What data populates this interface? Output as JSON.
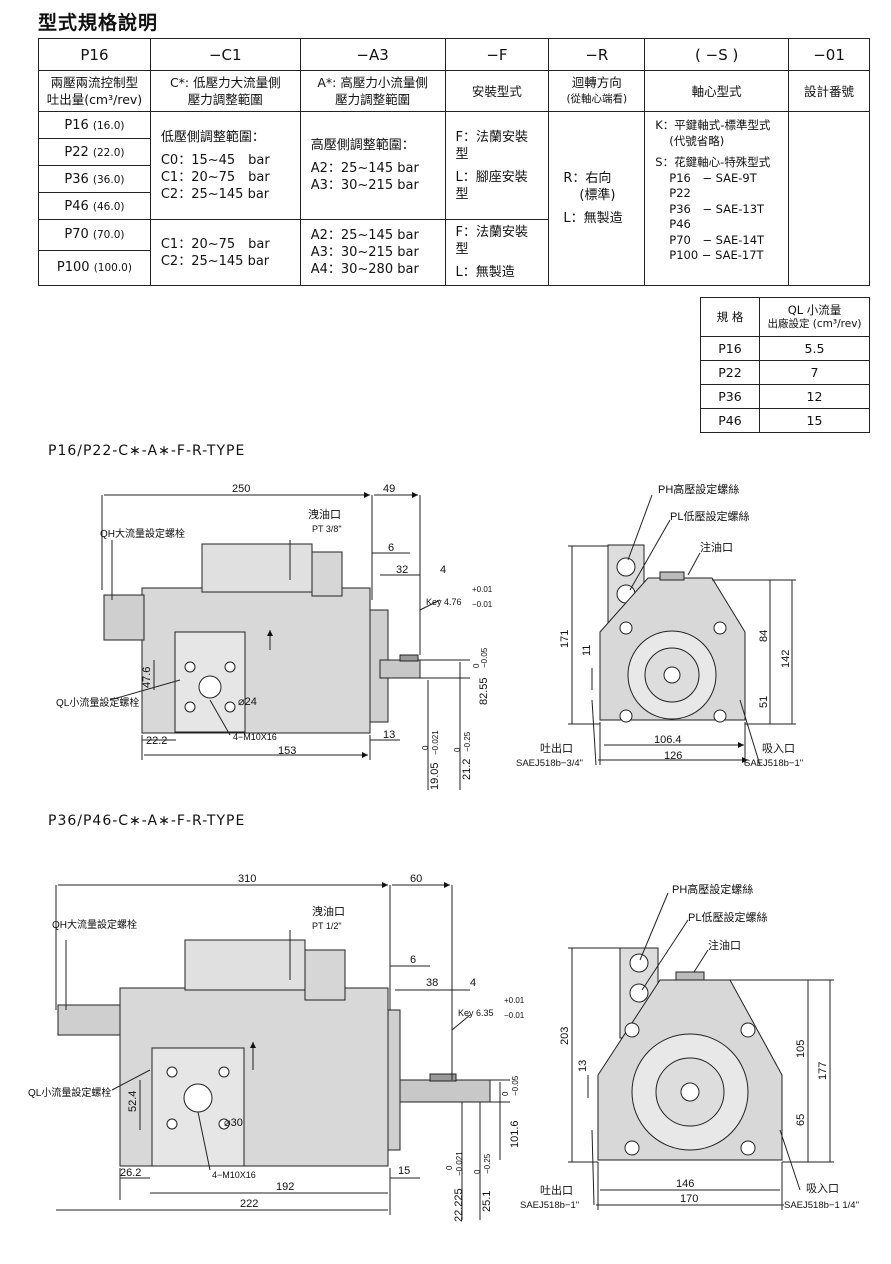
{
  "title": "型式規格說明",
  "spec_table": {
    "codes": [
      "P16",
      "−C1",
      "−A3",
      "−F",
      "−R",
      "( −S )",
      "−01"
    ],
    "headers": {
      "col1": [
        "兩壓兩流控制型",
        "吐出量(cm³/rev)"
      ],
      "col2": [
        "C*: 低壓力大流量側",
        "壓力調整範圍"
      ],
      "col3": [
        "A*: 高壓力小流量側",
        "壓力調整範圍"
      ],
      "col4": "安裝型式",
      "col5": [
        "迴轉方向",
        "(從軸心端看)"
      ],
      "col6": "軸心型式",
      "col7": "設計番號"
    },
    "models": [
      {
        "name": "P16",
        "disp": "(16.0)"
      },
      {
        "name": "P22",
        "disp": "(22.0)"
      },
      {
        "name": "P36",
        "disp": "(36.0)"
      },
      {
        "name": "P46",
        "disp": "(46.0)"
      },
      {
        "name": "P70",
        "disp": "(70.0)"
      },
      {
        "name": "P100",
        "disp": "(100.0)"
      }
    ],
    "c_upper": {
      "heading": "低壓側調整範圍：",
      "rows": [
        "C0：15~45　bar",
        "C1：20~75　bar",
        "C2：25~145 bar"
      ]
    },
    "c_lower": {
      "rows": [
        "C1：20~75　bar",
        "C2：25~145 bar"
      ]
    },
    "a_upper": {
      "heading": "高壓側調整範圍：",
      "rows": [
        "A2：25~145 bar",
        "A3：30~215 bar"
      ]
    },
    "a_lower": {
      "rows": [
        "A2：25~145 bar",
        "A3：30~215 bar",
        "A4：30~280 bar"
      ]
    },
    "mount_upper": [
      "F：法蘭安裝型",
      "L：腳座安裝型"
    ],
    "mount_lower": [
      "F：法蘭安裝型",
      "L：無製造"
    ],
    "rotation": [
      "R：右向",
      "(標準)",
      "L：無製造"
    ],
    "shaft": [
      "K：平鍵軸式-標準型式",
      "(代號省略)",
      "S：花鍵軸心-特殊型式",
      "P16　− SAE-9T",
      "P22",
      "P36　− SAE-13T",
      "P46",
      "P70　− SAE-14T",
      "P100 − SAE-17T"
    ]
  },
  "ql_table": {
    "h1": "規 格",
    "h2a": "QL 小流量",
    "h2b": "出廠設定 (cm³/rev)",
    "rows": [
      {
        "model": "P16",
        "val": "5.5"
      },
      {
        "model": "P22",
        "val": "7"
      },
      {
        "model": "P36",
        "val": "12"
      },
      {
        "model": "P46",
        "val": "15"
      }
    ]
  },
  "drawing1": {
    "caption": "P16/P22-C∗-A∗-F-R-TYPE",
    "side": {
      "d_250": "250",
      "d_49": "49",
      "drain": "洩油口",
      "drain_pt": "PT 3/8\"",
      "d_6": "6",
      "d_32": "32",
      "d_4": "4",
      "key_tol_up": "+0.01",
      "key": "Key 4.76",
      "key_tol_dn": "−0.01",
      "qh": "QH大流量設定螺栓",
      "ql": "QL小流量設定螺栓",
      "d_476": "47.6",
      "phi": "⌀24",
      "bolt": "4−M10X16",
      "d_222": "22.2",
      "d_153": "153",
      "d_13": "13",
      "d_8255": "82.55",
      "d_8255_tol": "−0.05",
      "d_8255_tol0": "0",
      "d_1905": "19.05",
      "d_1905_tol": "−0.021",
      "d_1905_tol0": "0",
      "d_212": "21.2",
      "d_212_tol": "−0.25",
      "d_212_tol0": "0"
    },
    "front": {
      "ph": "PH高壓設定螺絲",
      "pl": "PL低壓設定螺絲",
      "fill": "注油口",
      "d_171": "171",
      "d_11": "11",
      "d_84": "84",
      "d_142": "142",
      "d_51": "51",
      "d_1064": "106.4",
      "d_126": "126",
      "out": "吐出口",
      "out_std": "SAEJ518b−3/4\"",
      "in": "吸入口",
      "in_std": "SAEJ518b−1\""
    }
  },
  "drawing2": {
    "caption": "P36/P46-C∗-A∗-F-R-TYPE",
    "side": {
      "d_310": "310",
      "d_60": "60",
      "drain": "洩油口",
      "drain_pt": "PT 1/2\"",
      "d_6": "6",
      "d_38": "38",
      "d_4": "4",
      "key_tol_up": "+0.01",
      "key": "Key 6.35",
      "key_tol_dn": "−0.01",
      "qh": "QH大流量設定螺栓",
      "ql": "QL小流量設定螺栓",
      "d_524": "52.4",
      "phi": "⌀30",
      "bolt": "4−M10X16",
      "d_262": "26.2",
      "d_192": "192",
      "d_15": "15",
      "d_222": "222",
      "d_1016": "101.6",
      "d_1016_tol": "−0.05",
      "d_1016_tol0": "0",
      "d_22225": "22.225",
      "d_22225_tol": "−0.021",
      "d_22225_tol0": "0",
      "d_251": "25.1",
      "d_251_tol": "−0.25",
      "d_251_tol0": "0"
    },
    "front": {
      "ph": "PH高壓設定螺絲",
      "pl": "PL低壓設定螺絲",
      "fill": "注油口",
      "d_203": "203",
      "d_13": "13",
      "d_105": "105",
      "d_177": "177",
      "d_65": "65",
      "d_146": "146",
      "d_170": "170",
      "out": "吐出口",
      "out_std": "SAEJ518b−1\"",
      "in": "吸入口",
      "in_std": "SAEJ518b−1 1/4\""
    }
  }
}
